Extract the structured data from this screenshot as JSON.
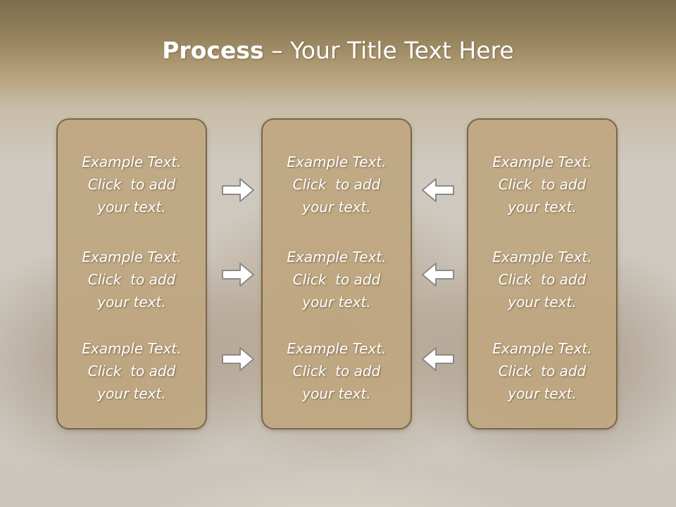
{
  "slide": {
    "title_bold": "Process",
    "title_rest": " – Your Title Text Here"
  },
  "columns": [
    {
      "items": [
        {
          "line1": "Example Text.",
          "line2": "Click  to add",
          "line3": "your text."
        },
        {
          "line1": "Example Text.",
          "line2": "Click  to add",
          "line3": "your text."
        },
        {
          "line1": "Example Text.",
          "line2": "Click  to add",
          "line3": "your text."
        }
      ]
    },
    {
      "items": [
        {
          "line1": "Example Text.",
          "line2": "Click  to add",
          "line3": "your text."
        },
        {
          "line1": "Example Text.",
          "line2": "Click  to add",
          "line3": "your text."
        },
        {
          "line1": "Example Text.",
          "line2": "Click  to add",
          "line3": "your text."
        }
      ]
    },
    {
      "items": [
        {
          "line1": "Example Text.",
          "line2": "Click  to add",
          "line3": "your text."
        },
        {
          "line1": "Example Text.",
          "line2": "Click  to add",
          "line3": "your text."
        },
        {
          "line1": "Example Text.",
          "line2": "Click  to add",
          "line3": "your text."
        }
      ]
    }
  ],
  "icons": {
    "left_arrows": "arrow-right-icon",
    "right_arrows": "arrow-left-icon"
  },
  "colors": {
    "panel_fill": "#bea780",
    "panel_border": "#7a6648",
    "arrow_fill": "#ffffff",
    "arrow_stroke": "#8a8a8a",
    "title_text": "#ffffff"
  }
}
